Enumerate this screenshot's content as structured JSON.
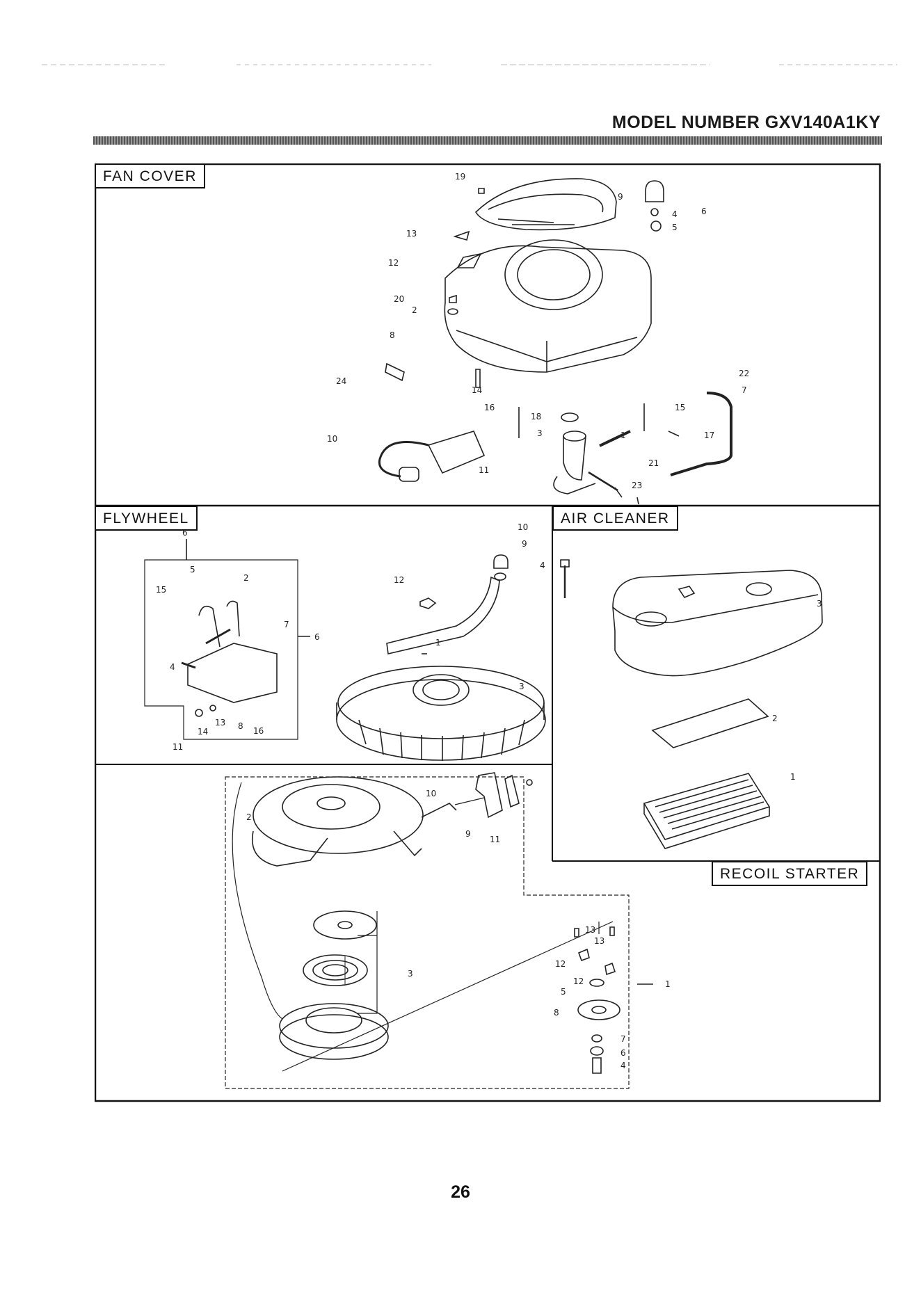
{
  "header": {
    "model_number": "MODEL NUMBER GXV140A1KY"
  },
  "sections": {
    "fan_cover": {
      "label": "FAN COVER",
      "callouts": [
        "19",
        "9",
        "4",
        "5",
        "6",
        "13",
        "12",
        "20",
        "2",
        "8",
        "24",
        "14",
        "16",
        "18",
        "15",
        "3",
        "10",
        "11",
        "21",
        "23",
        "17",
        "22",
        "7",
        "1"
      ]
    },
    "flywheel": {
      "label": "FLYWHEEL",
      "callouts": [
        "6",
        "5",
        "15",
        "2",
        "7",
        "6",
        "4",
        "13",
        "8",
        "16",
        "14",
        "11",
        "10",
        "9",
        "12",
        "1",
        "3"
      ]
    },
    "air_cleaner": {
      "label": "AIR CLEANER",
      "callouts": [
        "4",
        "3",
        "2",
        "1"
      ]
    },
    "recoil_starter": {
      "label": "RECOIL STARTER",
      "callouts": [
        "2",
        "10",
        "9",
        "11",
        "3",
        "1",
        "13",
        "13",
        "12",
        "12",
        "5",
        "8",
        "7",
        "6",
        "4"
      ]
    }
  },
  "footer": {
    "page_number": "26"
  }
}
